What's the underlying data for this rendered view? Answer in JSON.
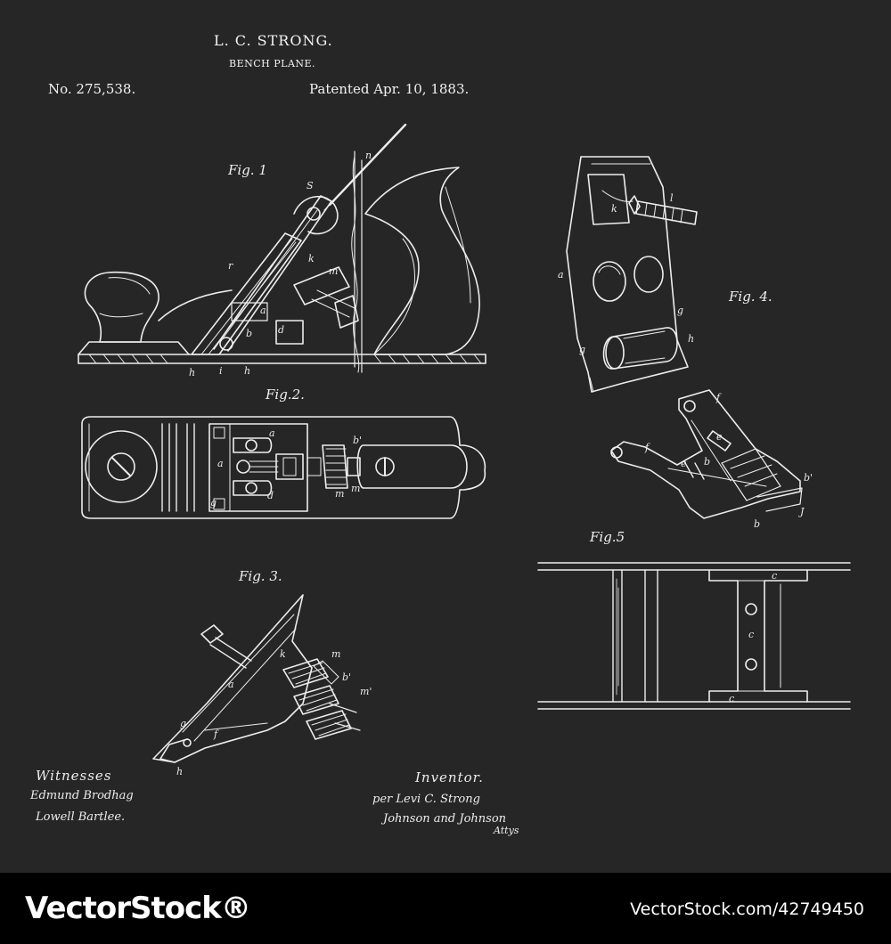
{
  "header": {
    "inventor": "L. C. STRONG.",
    "title": "BENCH PLANE.",
    "patent_number": "No. 275,538.",
    "patent_date": "Patented Apr. 10, 1883."
  },
  "figures": {
    "fig1": "Fig. 1",
    "fig2": "Fig.2.",
    "fig3": "Fig. 3.",
    "fig4": "Fig. 4.",
    "fig5": "Fig.5"
  },
  "signatures": {
    "witnesses_heading": "Witnesses",
    "witness_1": "Edmund Brodhag",
    "witness_2": "Lowell Bartlee.",
    "inventor_heading": "Inventor.",
    "inventor_signature": "per Levi C. Strong",
    "attorneys": "Johnson and Johnson",
    "attys": "Attys"
  },
  "footer": {
    "brand": "VectorStock®",
    "stock_id": "VectorStock.com/42749450"
  },
  "colors": {
    "sheet_background": "#262626",
    "line_art": "#f0f0f0",
    "footer_background": "#000000"
  }
}
